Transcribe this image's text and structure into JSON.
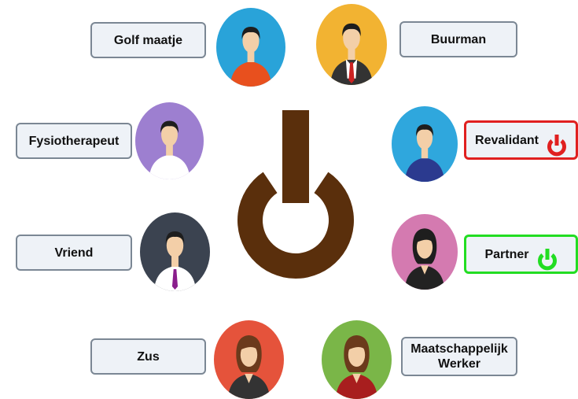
{
  "center_icon": {
    "name": "power-icon",
    "color": "#5a2f0c"
  },
  "people": [
    {
      "id": "golf-maatje",
      "label": "Golf maatje",
      "avatar_color": "#29a3d9",
      "shirt": "#e8501e",
      "tie": "",
      "gender": "male",
      "status": "none"
    },
    {
      "id": "buurman",
      "label": "Buurman",
      "avatar_color": "#f2b332",
      "shirt": "#333333",
      "tie": "#cc2222",
      "gender": "male",
      "status": "none"
    },
    {
      "id": "fysiotherapeut",
      "label": "Fysiotherapeut",
      "avatar_color": "#9d7fd0",
      "shirt": "#ffffff",
      "tie": "",
      "gender": "male",
      "status": "none"
    },
    {
      "id": "revalidant",
      "label": "Revalidant",
      "avatar_color": "#2fa7dd",
      "shirt": "#2b3a8f",
      "tie": "",
      "gender": "male",
      "status": "off"
    },
    {
      "id": "vriend",
      "label": "Vriend",
      "avatar_color": "#3b4350",
      "shirt": "#ffffff",
      "tie": "#8a1e8c",
      "gender": "male",
      "status": "none"
    },
    {
      "id": "partner",
      "label": "Partner",
      "avatar_color": "#d47ab0",
      "shirt": "#222222",
      "tie": "",
      "gender": "female",
      "status": "on"
    },
    {
      "id": "zus",
      "label": "Zus",
      "avatar_color": "#e5533b",
      "shirt": "#333333",
      "tie": "",
      "gender": "female",
      "status": "none"
    },
    {
      "id": "maatschappelijk-werker",
      "label": "Maatschappelijk\nWerker",
      "avatar_color": "#7ab648",
      "shirt": "#a81e1e",
      "tie": "",
      "gender": "female",
      "status": "none"
    }
  ],
  "status_colors": {
    "off": "#e02020",
    "on": "#22dd22"
  }
}
